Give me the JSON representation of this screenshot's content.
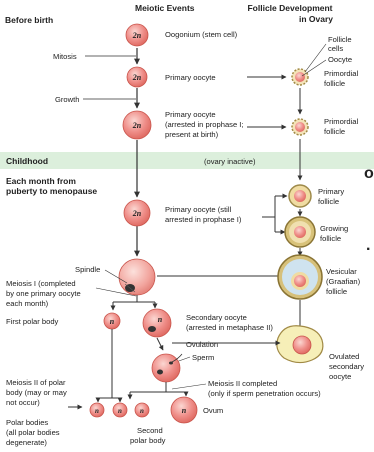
{
  "headers": {
    "meiotic": "Meiotic Events",
    "follicle": "Follicle Development in Ovary"
  },
  "stages": {
    "before_birth": "Before birth",
    "childhood": "Childhood",
    "childhood_note": "(ovary inactive)",
    "monthly": "Each month from puberty to menopause"
  },
  "processes": {
    "mitosis": "Mitosis",
    "growth": "Growth",
    "spindle": "Spindle",
    "meiosis1": "Meiosis I (completed by one primary oocyte each month)",
    "ovulation": "Ovulation",
    "sperm": "Sperm",
    "meiosis2_polar": "Meiosis II of polar body (may or may not occur)",
    "meiosis2_completed": "Meiosis II completed (only if sperm penetration occurs)"
  },
  "cells": {
    "two_n": "2n",
    "n": "n",
    "oogonium": "Oogonium (stem cell)",
    "primary_oocyte": "Primary oocyte",
    "primary_arrested": "Primary oocyte (arrested in prophase I; present at birth)",
    "primary_still": "Primary oocyte (still arrested in prophase I)",
    "secondary_oocyte": "Secondary oocyte (arrested in metaphase II)",
    "first_polar": "First polar body",
    "polar_bodies": "Polar bodies (all polar bodies degenerate)",
    "second_polar": "Second polar body",
    "ovum": "Ovum"
  },
  "follicles": {
    "follicle_cells": "Follicle cells",
    "oocyte": "Oocyte",
    "primordial": "Primordial follicle",
    "primary": "Primary follicle",
    "growing": "Growing follicle",
    "vesicular": "Vesicular (Graafian) follicle",
    "ovulated": "Ovulated secondary oocyte"
  },
  "edge_fragments": {
    "top": "on",
    "bottom": "."
  },
  "colors": {
    "cell_fill": "#ef8f8a",
    "cell_light": "#f7c3bd",
    "cell_dark": "#e0685f",
    "band": "#dcefdc",
    "arrow": "#333333",
    "follicle_ring": "#9e8a4a",
    "antrum": "#cfe3ef"
  }
}
